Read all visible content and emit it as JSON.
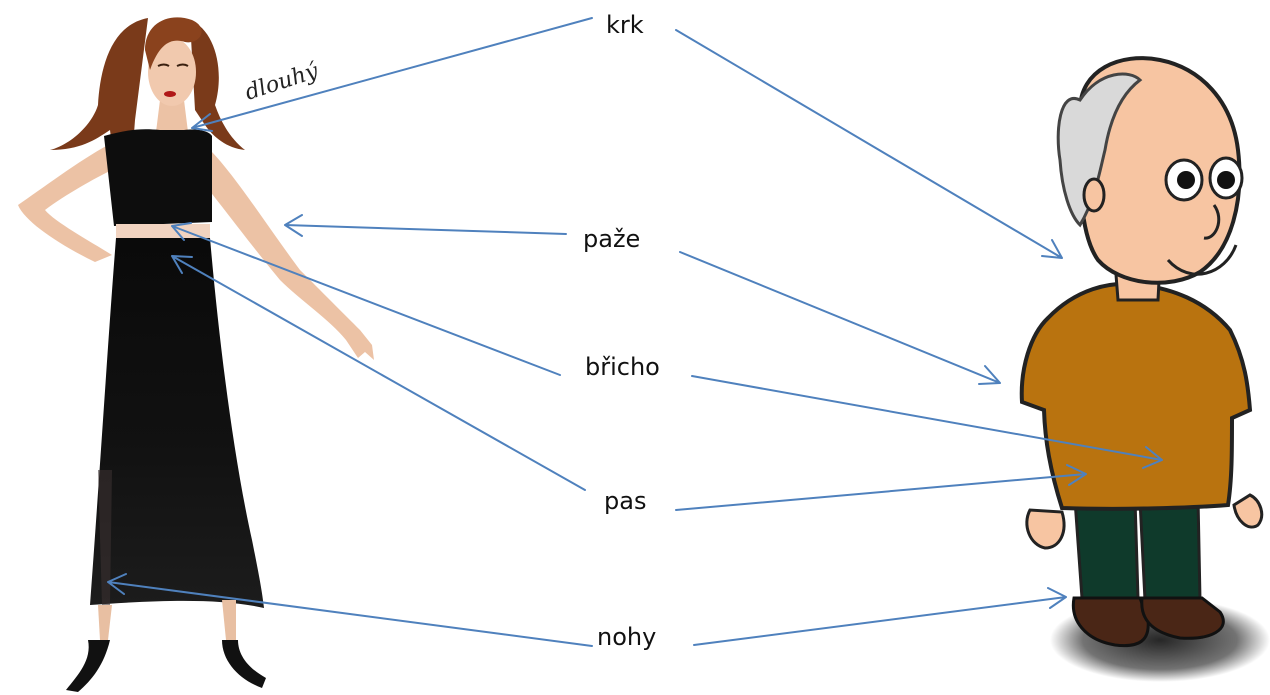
{
  "labels": {
    "neck": "krk",
    "arms": "paže",
    "belly": "břicho",
    "waist": "pas",
    "legs": "nohy",
    "long": "dlouhý"
  },
  "colors": {
    "arrow": "#4f81bd",
    "dress": "#0d0d0d",
    "hair": "#7a3a1a",
    "skin_woman": "#f1c9ae",
    "skin_man": "#f7c5a2",
    "shirt": "#b9730f",
    "trousers": "#0f3a2b",
    "shoes": "#4a2616",
    "man_hair": "#d9d9d9"
  },
  "figures": [
    "woman-illustration",
    "cartoon-man-illustration"
  ]
}
